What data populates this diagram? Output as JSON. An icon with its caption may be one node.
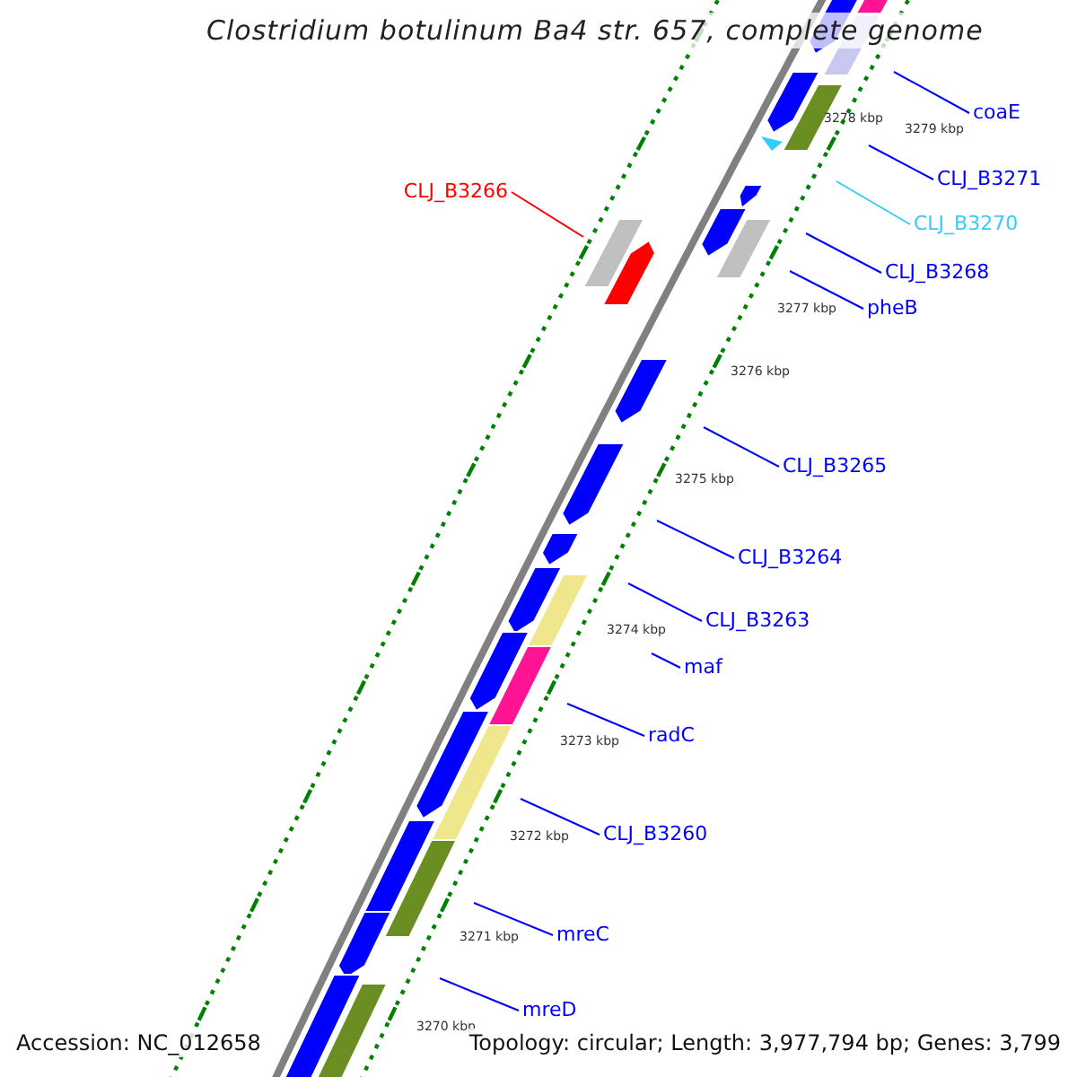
{
  "diagram": {
    "title": "Clostridium botulinum Ba4 str. 657, complete genome",
    "nodes": [
      {
        "text": [
          "coaE"
        ]
      },
      {
        "text": [
          "CLJ_B3271"
        ]
      },
      {
        "text": [
          "CLJ_B3266"
        ]
      },
      {
        "text": [
          "CLJ_B3270"
        ]
      },
      {
        "text": [
          "CLJ_B3268"
        ]
      },
      {
        "text": [
          "pheB"
        ]
      },
      {
        "text": [
          "CLJ_B3265"
        ]
      },
      {
        "text": [
          "CLJ_B3264"
        ]
      },
      {
        "text": [
          "CLJ_B3263"
        ]
      },
      {
        "text": [
          "maf"
        ]
      },
      {
        "text": [
          "radC"
        ]
      },
      {
        "text": [
          "CLJ_B3260"
        ]
      },
      {
        "text": [
          "mreC"
        ]
      },
      {
        "text": [
          "mreD"
        ]
      }
    ],
    "edges": [
      {
        "from": 0,
        "to": null,
        "arrow": "none"
      },
      {
        "from": 1,
        "to": null,
        "arrow": "none"
      },
      {
        "from": 2,
        "to": null,
        "arrow": "none",
        "color": "#ff0000"
      },
      {
        "from": 3,
        "to": null,
        "arrow": "none",
        "color": "#33ccff"
      },
      {
        "from": 4,
        "to": null,
        "arrow": "none"
      },
      {
        "from": 5,
        "to": null,
        "arrow": "none"
      },
      {
        "from": 6,
        "to": null,
        "arrow": "none"
      },
      {
        "from": 7,
        "to": null,
        "arrow": "none"
      },
      {
        "from": 8,
        "to": null,
        "arrow": "none"
      },
      {
        "from": 9,
        "to": null,
        "arrow": "none"
      },
      {
        "from": 10,
        "to": null,
        "arrow": "none"
      },
      {
        "from": 11,
        "to": null,
        "arrow": "none"
      },
      {
        "from": 12,
        "to": null,
        "arrow": "none"
      },
      {
        "from": 13,
        "to": null,
        "arrow": "none"
      }
    ],
    "labels": [
      "3279 kbp",
      "3278 kbp",
      "3277 kbp",
      "3276 kbp",
      "3275 kbp",
      "3274 kbp",
      "3273 kbp",
      "3272 kbp",
      "3271 kbp",
      "3270 kbp",
      "Accession: NC_012658",
      "Topology: circular; Length: 3,977,794 bp; Genes: 3,799"
    ]
  }
}
